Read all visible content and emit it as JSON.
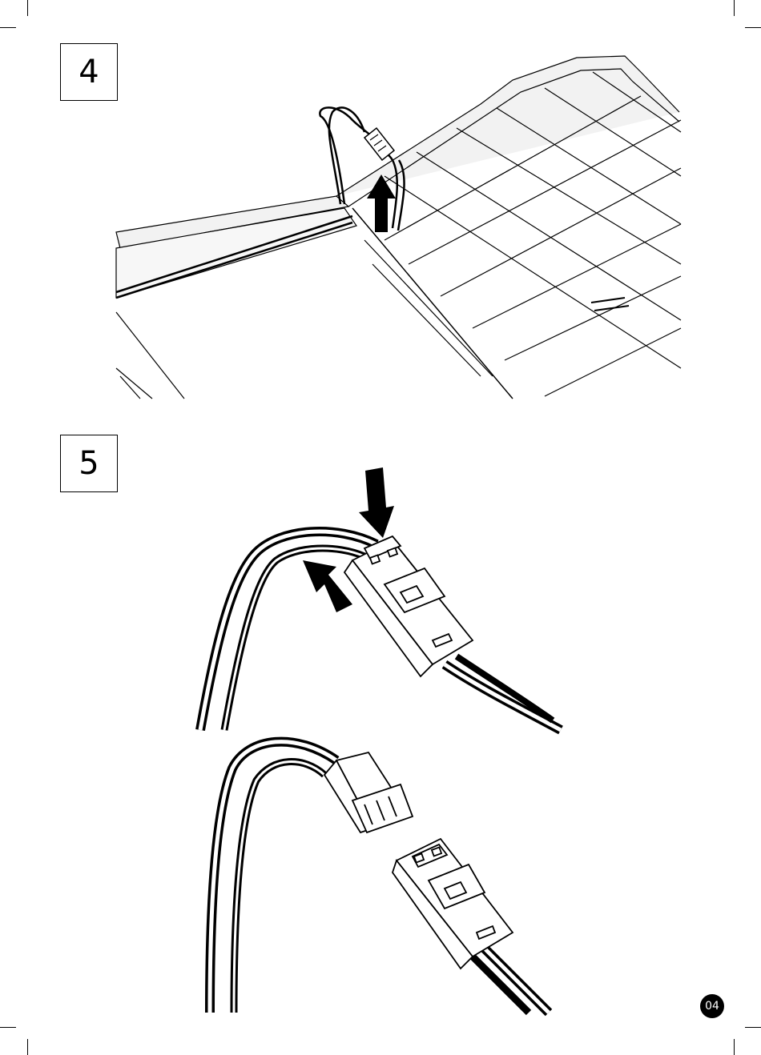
{
  "steps": [
    {
      "number": "4"
    },
    {
      "number": "5"
    }
  ],
  "page_number": "04",
  "colors": {
    "ink": "#000000",
    "background": "#ffffff",
    "panel_fill": "#f2f2f2"
  },
  "icons": [
    "arrow-up-icon",
    "arrow-down-icon",
    "arrow-push-icon",
    "connector-icon"
  ]
}
